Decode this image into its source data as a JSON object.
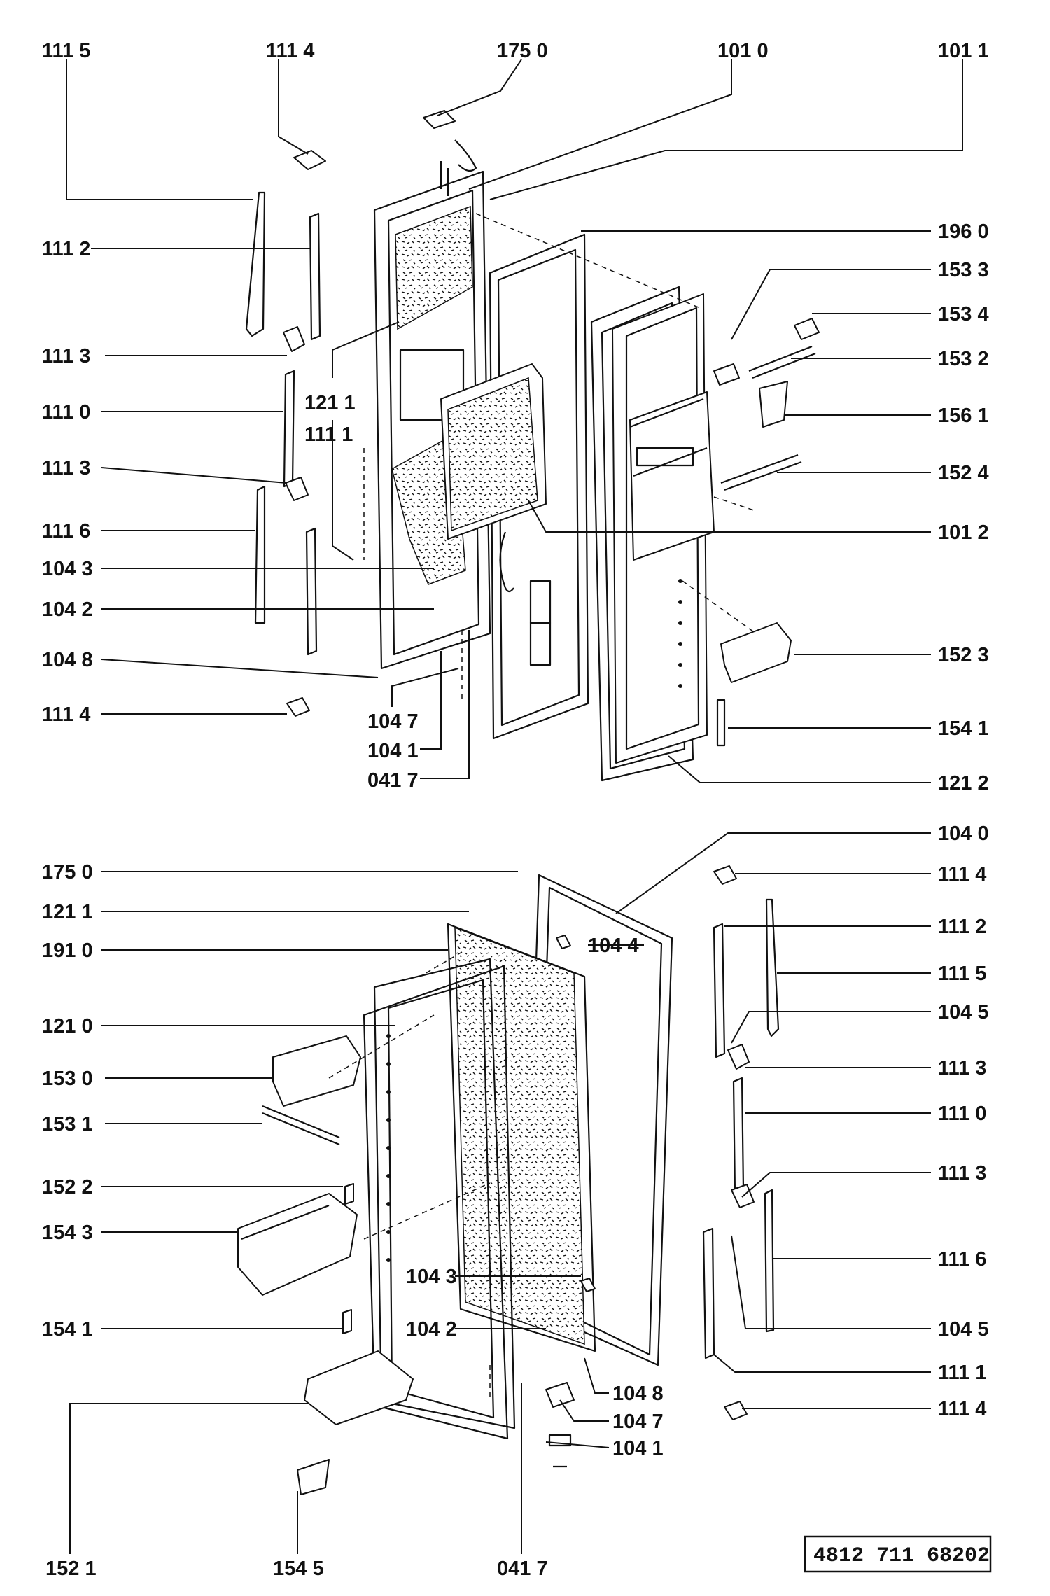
{
  "labels": {
    "t1115": "111 5",
    "t1114": "111 4",
    "t1750": "175 0",
    "t1010": "101 0",
    "t1011": "101 1",
    "l1112": "111 2",
    "l1113a": "111 3",
    "l1110": "111 0",
    "l1113b": "111 3",
    "l1116": "111 6",
    "l1043": "104 3",
    "l1042": "104 2",
    "l1048": "104 8",
    "l1114": "111 4",
    "m1211": "121 1",
    "m1111": "111 1",
    "m1047": "104 7",
    "m1041": "104 1",
    "m0417": "041 7",
    "r1960": "196 0",
    "r1533": "153 3",
    "r1534": "153 4",
    "r1532": "153 2",
    "r1561": "156 1",
    "r1524": "152 4",
    "r1012": "101 2",
    "r1523": "152 3",
    "r1541": "154 1",
    "r1212": "121 2",
    "b_r1040": "104 0",
    "b_l1750": "175 0",
    "b_r1114": "111 4",
    "b_l1211": "121 1",
    "b_r1112": "111 2",
    "b_l1910": "191 0",
    "b_m1044": "104 4",
    "b_r1115": "111 5",
    "b_r1045a": "104 5",
    "b_l1210": "121 0",
    "b_l1530": "153 0",
    "b_r1113a": "111 3",
    "b_r1110": "111 0",
    "b_l1531": "153 1",
    "b_r1113b": "111 3",
    "b_l1522": "152 2",
    "b_l1543": "154 3",
    "b_r1116": "111 6",
    "b_m1043": "104 3",
    "b_l1541": "154 1",
    "b_m1042": "104 2",
    "b_r1045b": "104 5",
    "b_r1111": "111 1",
    "b_m1048": "104 8",
    "b_r1114b": "111 4",
    "b_m1047": "104 7",
    "b_m1041": "104 1",
    "b_b1521": "152 1",
    "b_b1545": "154 5",
    "b_b0417": "041 7"
  },
  "reference": "4812  711  68202"
}
